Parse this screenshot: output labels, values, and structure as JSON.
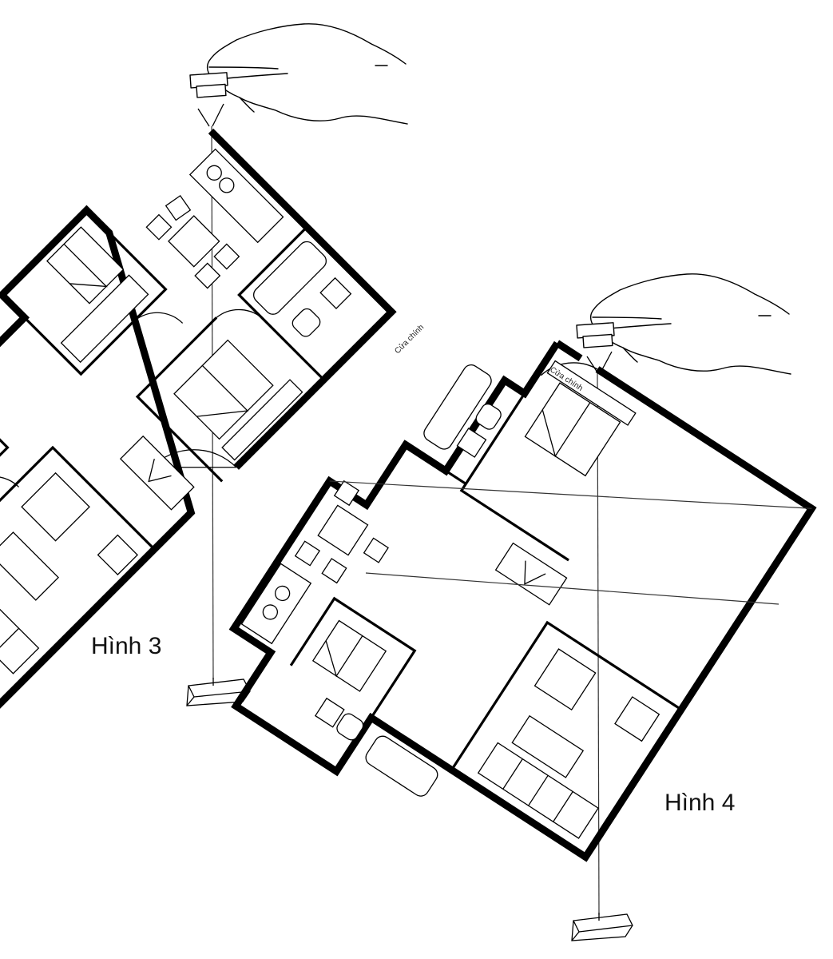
{
  "figures": [
    {
      "label": "Hình 3",
      "door_label": "Cửa chính"
    },
    {
      "label": "Hình 4",
      "door_label": "Cửa chính"
    }
  ],
  "icons": {
    "hand": "hand-holding-string-icon",
    "weight": "plumb-weight-icon"
  },
  "colors": {
    "ink": "#000000",
    "paper": "#ffffff"
  }
}
